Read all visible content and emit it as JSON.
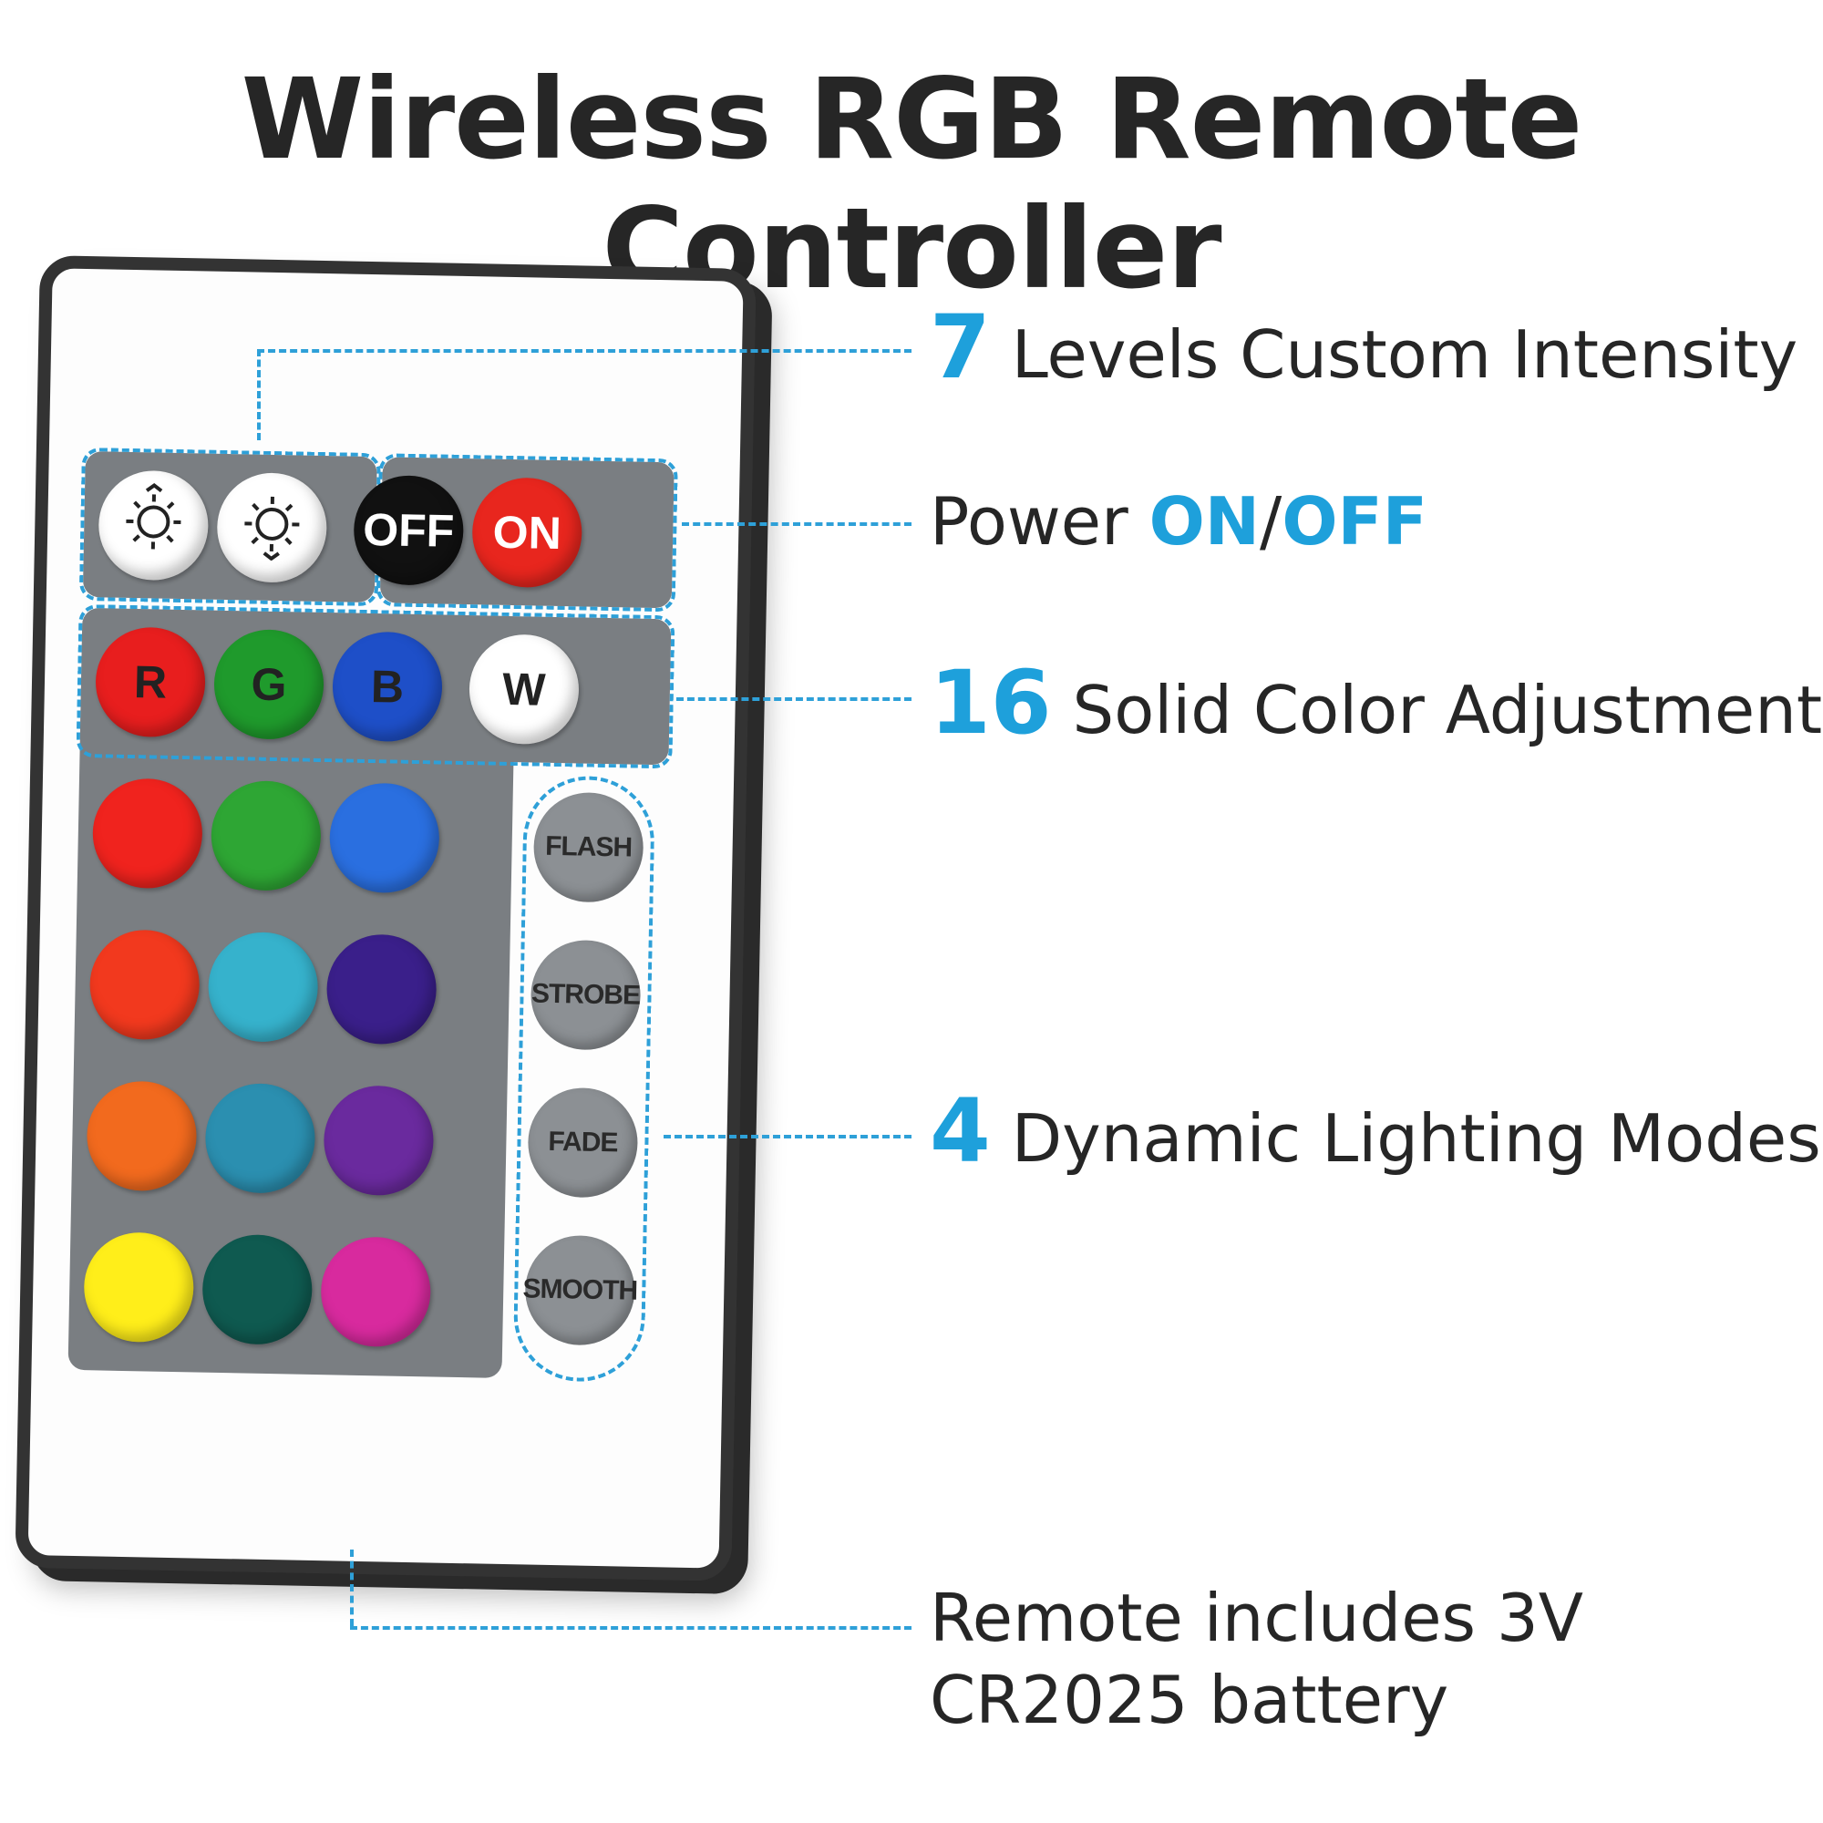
{
  "title": "Wireless RGB Remote Controller",
  "remote": {
    "row1": [
      {
        "name": "brightness-up-button",
        "label": "",
        "icon": "brightness-up-icon",
        "color": "#ffffff"
      },
      {
        "name": "brightness-down-button",
        "label": "",
        "icon": "brightness-down-icon",
        "color": "#ffffff"
      },
      {
        "name": "off-button",
        "label": "OFF",
        "color": "#111111"
      },
      {
        "name": "on-button",
        "label": "ON",
        "color": "#e8261e"
      }
    ],
    "color_buttons": [
      {
        "label": "R",
        "color": "#e81e1e"
      },
      {
        "label": "G",
        "color": "#1f9a2c"
      },
      {
        "label": "B",
        "color": "#1e4fc8"
      },
      {
        "label": "W",
        "color": "#ffffff"
      },
      {
        "label": "",
        "color": "#f0231e"
      },
      {
        "label": "",
        "color": "#2ea634"
      },
      {
        "label": "",
        "color": "#2a6fe0"
      },
      {
        "label": "",
        "color": "#f2391e"
      },
      {
        "label": "",
        "color": "#36b2cc"
      },
      {
        "label": "",
        "color": "#3a1f8a"
      },
      {
        "label": "",
        "color": "#f26a1e"
      },
      {
        "label": "",
        "color": "#2b8fb0"
      },
      {
        "label": "",
        "color": "#6a2a9e"
      },
      {
        "label": "",
        "color": "#ffee1a"
      },
      {
        "label": "",
        "color": "#0f5a50"
      },
      {
        "label": "",
        "color": "#d82a9e"
      }
    ],
    "modes": [
      "FLASH",
      "STROBE",
      "FADE",
      "SMOOTH"
    ]
  },
  "callouts": {
    "intensity": {
      "num": "7",
      "text": "Levels Custom Intensity"
    },
    "power": {
      "prefix": "Power ",
      "on": "ON",
      "sep": "/",
      "off": "OFF"
    },
    "colors": {
      "num": "16",
      "text": "Solid Color Adjustment"
    },
    "modes": {
      "num": "4",
      "text": "Dynamic Lighting Modes"
    },
    "battery": {
      "line1": "Remote includes 3V",
      "line2": "CR2025 battery"
    }
  },
  "accent_color": "#1ea0db"
}
